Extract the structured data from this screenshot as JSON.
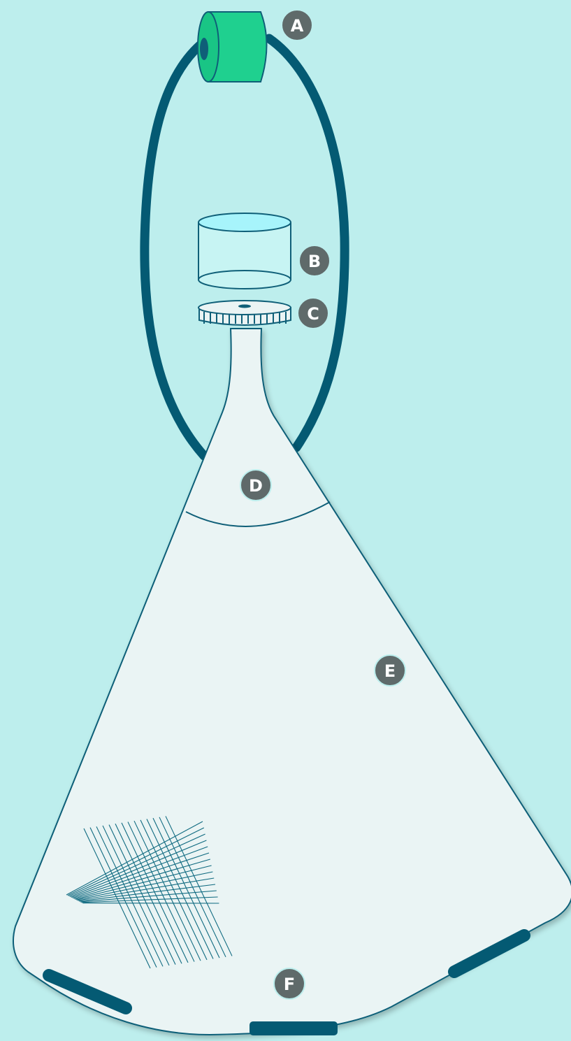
{
  "diagram": {
    "colors": {
      "background": "#bdeeed",
      "outline": "#0f5f78",
      "strap": "#045a73",
      "toggle": "#1fd08f",
      "cone_fill": "#eaf4f4",
      "cup_top": "#a7f4fb",
      "callout": "#5f6a6a"
    },
    "callouts": [
      {
        "id": "A",
        "label": "A",
        "part": "toggle"
      },
      {
        "id": "B",
        "label": "B",
        "part": "cup"
      },
      {
        "id": "C",
        "label": "C",
        "part": "cap"
      },
      {
        "id": "D",
        "label": "D",
        "part": "cone-top"
      },
      {
        "id": "E",
        "label": "E",
        "part": "cone-body"
      },
      {
        "id": "F",
        "label": "F",
        "part": "base-hem"
      }
    ]
  }
}
